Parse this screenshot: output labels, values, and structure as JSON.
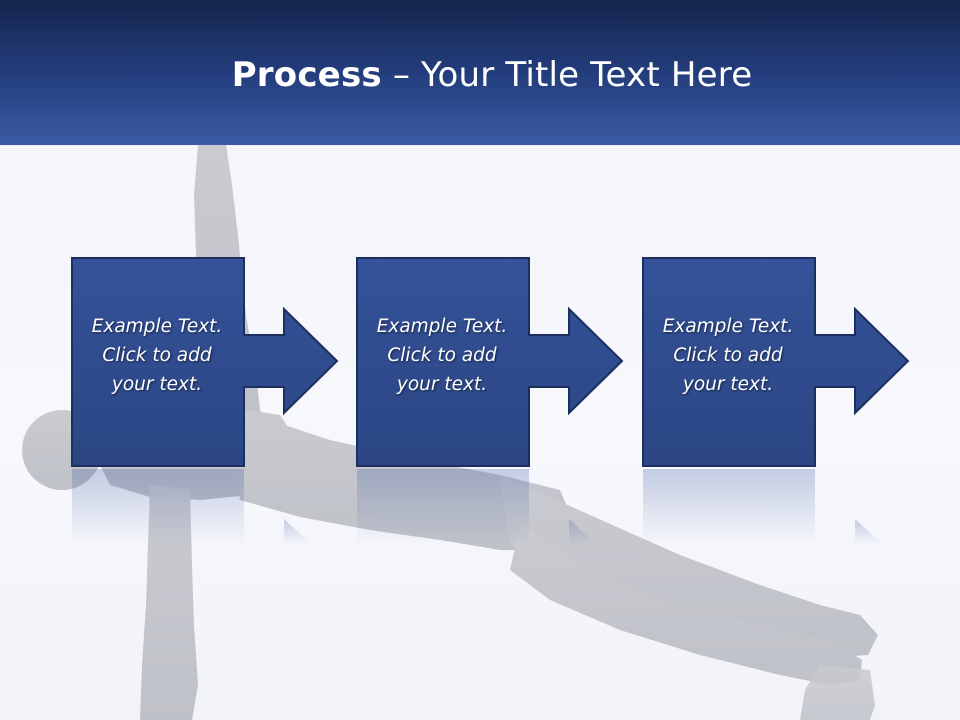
{
  "slide": {
    "title_bold": "Process",
    "title_rest": " – Your Title Text Here"
  },
  "steps": [
    {
      "line1": "Example Text.",
      "line2": "Click  to add",
      "line3": "your text."
    },
    {
      "line1": "Example Text.",
      "line2": "Click  to add",
      "line3": "your text."
    },
    {
      "line1": "Example Text.",
      "line2": "Click  to add",
      "line3": "your text."
    }
  ],
  "colors": {
    "header_dark": "#15254c",
    "header_light": "#3a5aa4",
    "box_fill": "#2f4b8c",
    "box_edge": "#1c2f5e",
    "silhouette": "#c4c6cc"
  }
}
